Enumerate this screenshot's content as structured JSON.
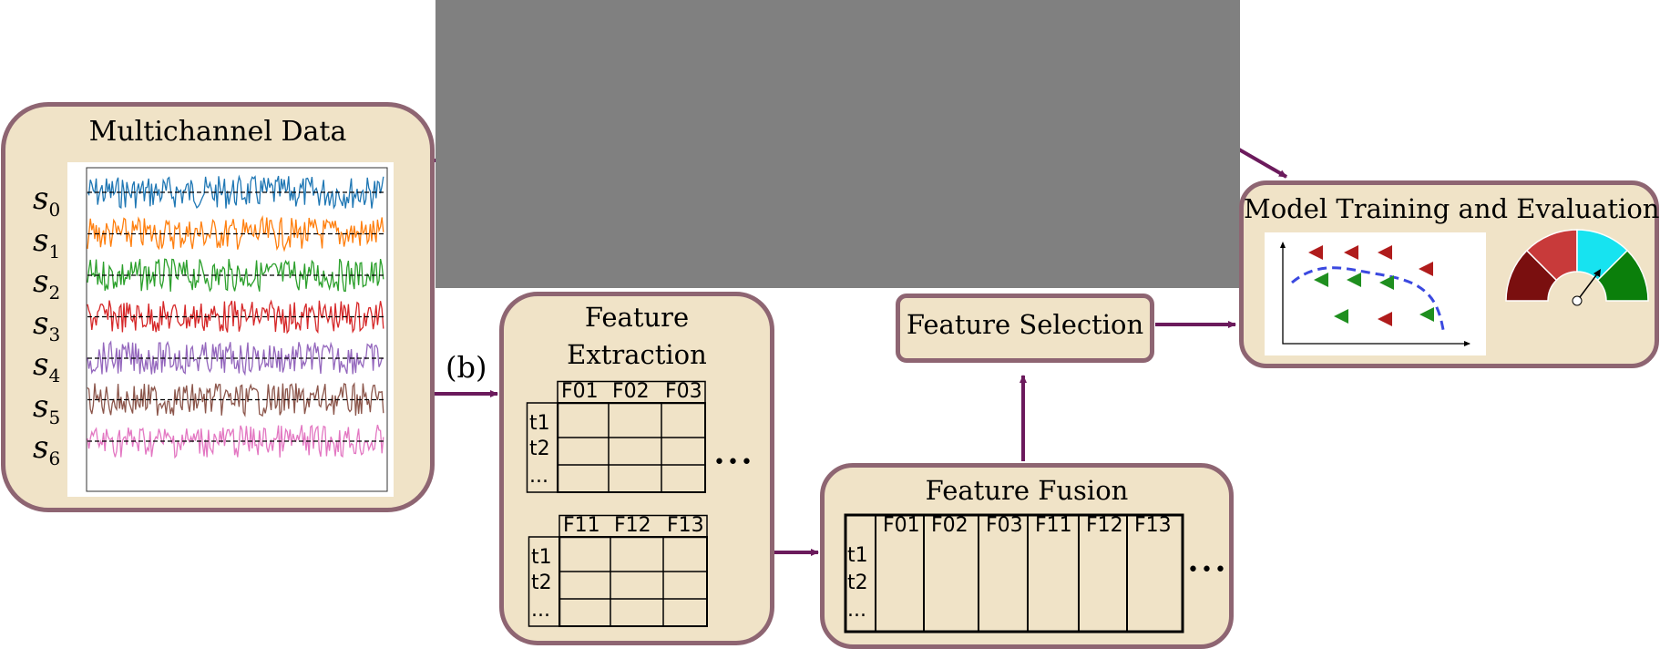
{
  "colors": {
    "box_fill": "#f0e3c7",
    "box_border": "#8e6572",
    "arrow": "#6b1a5c",
    "occluder": "#808080",
    "channels": [
      "#1f77b4",
      "#ff7f0e",
      "#2ca02c",
      "#d62728",
      "#9467bd",
      "#8c564b",
      "#e377c2"
    ],
    "marker_red": "#b01c1c",
    "marker_green": "#1f8f1f",
    "gauge": [
      "#7a0f0f",
      "#c83a3a",
      "#17e3f0",
      "#0b7f0b"
    ]
  },
  "multichannel": {
    "title": "Multichannel Data",
    "channels": [
      {
        "sym": "s",
        "sub": "0"
      },
      {
        "sym": "s",
        "sub": "1"
      },
      {
        "sym": "s",
        "sub": "2"
      },
      {
        "sym": "s",
        "sub": "3"
      },
      {
        "sym": "s",
        "sub": "4"
      },
      {
        "sym": "s",
        "sub": "5"
      },
      {
        "sym": "s",
        "sub": "6"
      }
    ]
  },
  "edge_label": "(b)",
  "feature_extraction": {
    "title_line1": "Feature",
    "title_line2": "Extraction",
    "table1": {
      "headers": [
        "F01",
        "F02",
        "F03"
      ],
      "rows": [
        "t1",
        "t2",
        "..."
      ]
    },
    "table2": {
      "headers": [
        "F11",
        "F12",
        "F13"
      ],
      "rows": [
        "t1",
        "t2",
        "..."
      ]
    },
    "ellipsis": "•••"
  },
  "feature_fusion": {
    "title": "Feature Fusion",
    "headers": [
      "F01",
      "F02",
      "F03",
      "F11",
      "F12",
      "F13"
    ],
    "rows": [
      "t1",
      "t2",
      "..."
    ],
    "ellipsis": "•••"
  },
  "feature_selection": {
    "title": "Feature Selection"
  },
  "model": {
    "title": "Model Training and Evaluation"
  }
}
